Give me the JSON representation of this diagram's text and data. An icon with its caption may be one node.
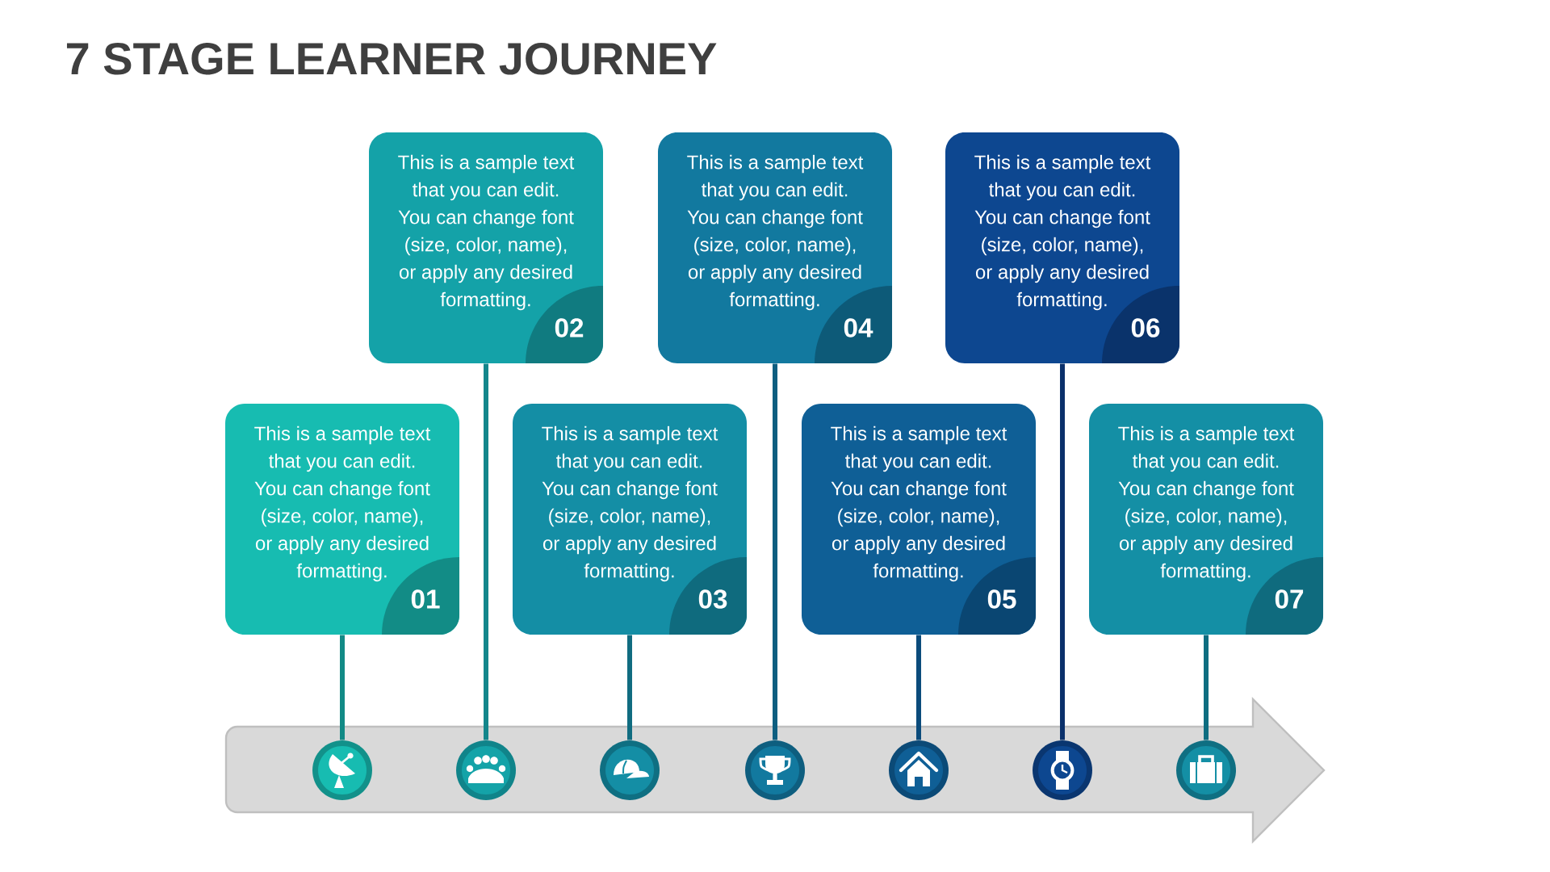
{
  "diagram": {
    "title": "7 STAGE LEARNER JOURNEY",
    "nodes": [
      {
        "text": [
          "This is a sample text that you can edit. You can change font (size, color, name), or apply any desired formatting.",
          "01"
        ]
      },
      {
        "text": [
          "This is a sample text that you can edit. You can change font (size, color, name), or apply any desired formatting.",
          "02"
        ]
      },
      {
        "text": [
          "This is a sample text that you can edit. You can change font (size, color, name), or apply any desired formatting.",
          "03"
        ]
      },
      {
        "text": [
          "This is a sample text that you can edit. You can change font (size, color, name), or apply any desired formatting.",
          "04"
        ]
      },
      {
        "text": [
          "This is a sample text that you can edit. You can change font (size, color, name), or apply any desired formatting.",
          "05"
        ]
      },
      {
        "text": [
          "This is a sample text that you can edit. You can change font (size, color, name), or apply any desired formatting.",
          "06"
        ]
      },
      {
        "text": [
          "This is a sample text that you can edit. You can change font (size, color, name), or apply any desired formatting.",
          "07"
        ]
      },
      {
        "text": [],
        "shape": "circle"
      },
      {
        "text": [],
        "shape": "circle"
      },
      {
        "text": [],
        "shape": "circle"
      },
      {
        "text": [],
        "shape": "circle"
      },
      {
        "text": [],
        "shape": "circle"
      },
      {
        "text": [],
        "shape": "circle"
      },
      {
        "text": [],
        "shape": "circle"
      }
    ],
    "edges": [
      {
        "from": 0,
        "to": 7,
        "arrow": "none",
        "color": "#128a86"
      },
      {
        "from": 1,
        "to": 8,
        "arrow": "none",
        "color": "#13868b"
      },
      {
        "from": 2,
        "to": 9,
        "arrow": "none",
        "color": "#106c80"
      },
      {
        "from": 3,
        "to": 10,
        "arrow": "none",
        "color": "#0d5e80"
      },
      {
        "from": 4,
        "to": 11,
        "arrow": "none",
        "color": "#0b4b7b"
      },
      {
        "from": 5,
        "to": 12,
        "arrow": "none",
        "color": "#0a306b"
      },
      {
        "from": 6,
        "to": 13,
        "arrow": "none",
        "color": "#0e6d80"
      }
    ]
  }
}
